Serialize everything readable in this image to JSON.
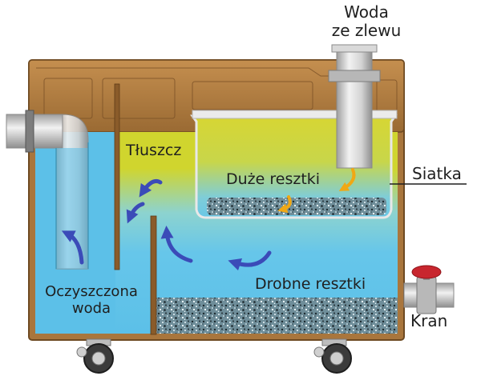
{
  "labels": {
    "inlet_line1": "Woda",
    "inlet_line2": "ze zlewu",
    "grease": "Tłuszcz",
    "large_debris": "Duże resztki",
    "screen": "Siatka",
    "fine_debris": "Drobne resztki",
    "clean_water_line1": "Oczyszczona",
    "clean_water_line2": "woda",
    "valve": "Kran"
  },
  "colors": {
    "tank_brown": "#a9763d",
    "water_blue": "#66c6ea",
    "grease_yellow": "#d4d42a",
    "flow_arrow": "#3b4bb8",
    "debris_arrow": "#f0a814",
    "valve_red": "#c8262e",
    "pipe_gray": "#c9c9c9"
  }
}
